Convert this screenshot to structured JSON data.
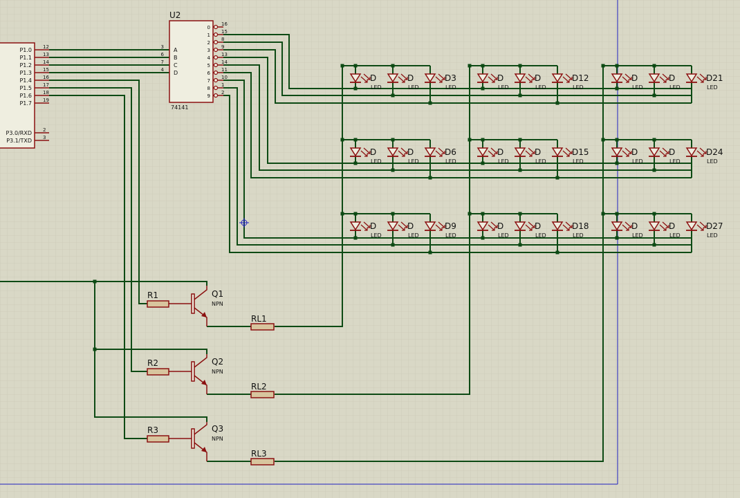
{
  "mcu": {
    "pins": [
      {
        "name": "P1.0",
        "num": "12"
      },
      {
        "name": "P1.1",
        "num": "13"
      },
      {
        "name": "P1.2",
        "num": "14"
      },
      {
        "name": "P1.3",
        "num": "15"
      },
      {
        "name": "P1.4",
        "num": "16"
      },
      {
        "name": "P1.5",
        "num": "17"
      },
      {
        "name": "P1.6",
        "num": "18"
      },
      {
        "name": "P1.7",
        "num": "19"
      }
    ],
    "serial": [
      {
        "name": "P3.0/RXD",
        "num": "2"
      },
      {
        "name": "P3.1/TXD",
        "num": "3"
      }
    ]
  },
  "decoder": {
    "ref": "U2",
    "part": "74141",
    "inputs": [
      {
        "label": "A",
        "num": "3"
      },
      {
        "label": "B",
        "num": "6"
      },
      {
        "label": "C",
        "num": "7"
      },
      {
        "label": "D",
        "num": "4"
      }
    ],
    "outputs": [
      {
        "label": "0",
        "num": "16"
      },
      {
        "label": "1",
        "num": "15"
      },
      {
        "label": "2",
        "num": "8"
      },
      {
        "label": "3",
        "num": "9"
      },
      {
        "label": "4",
        "num": "13"
      },
      {
        "label": "5",
        "num": "14"
      },
      {
        "label": "6",
        "num": "11"
      },
      {
        "label": "7",
        "num": "10"
      },
      {
        "label": "8",
        "num": "1"
      },
      {
        "label": "9",
        "num": "2"
      }
    ]
  },
  "led_rows": [
    [
      {
        "ref": "D",
        "val": "LED"
      },
      {
        "ref": "D",
        "val": "LED"
      },
      {
        "ref": "D3",
        "val": "LED"
      },
      {
        "ref": "D",
        "val": "LED"
      },
      {
        "ref": "D",
        "val": "LED"
      },
      {
        "ref": "D12",
        "val": "LED"
      },
      {
        "ref": "D",
        "val": "LED"
      },
      {
        "ref": "D",
        "val": "LED"
      },
      {
        "ref": "D21",
        "val": "LED"
      }
    ],
    [
      {
        "ref": "D",
        "val": "LED"
      },
      {
        "ref": "D",
        "val": "LED"
      },
      {
        "ref": "D6",
        "val": "LED"
      },
      {
        "ref": "D",
        "val": "LED"
      },
      {
        "ref": "D",
        "val": "LED"
      },
      {
        "ref": "D15",
        "val": "LED"
      },
      {
        "ref": "D",
        "val": "LED"
      },
      {
        "ref": "D",
        "val": "LED"
      },
      {
        "ref": "D24",
        "val": "LED"
      }
    ],
    [
      {
        "ref": "D",
        "val": "LED"
      },
      {
        "ref": "D",
        "val": "LED"
      },
      {
        "ref": "D9",
        "val": "LED"
      },
      {
        "ref": "D",
        "val": "LED"
      },
      {
        "ref": "D",
        "val": "LED"
      },
      {
        "ref": "D18",
        "val": "LED"
      },
      {
        "ref": "D",
        "val": "LED"
      },
      {
        "ref": "D",
        "val": "LED"
      },
      {
        "ref": "D27",
        "val": "LED"
      }
    ]
  ],
  "drivers": [
    {
      "r": "R1",
      "q": "Q1",
      "type": "NPN",
      "rl": "RL1"
    },
    {
      "r": "R2",
      "q": "Q2",
      "type": "NPN",
      "rl": "RL2"
    },
    {
      "r": "R3",
      "q": "Q3",
      "type": "NPN",
      "rl": "RL3"
    }
  ],
  "colors": {
    "background": "#d9d8c6",
    "grid": "#c8c7b3",
    "wire": "#0d4a14",
    "component": "#8b1010",
    "body_fill": "#efeee0",
    "resistor_fill": "#d8c59e",
    "sheet_border": "#2020c0",
    "text": "#101010"
  }
}
